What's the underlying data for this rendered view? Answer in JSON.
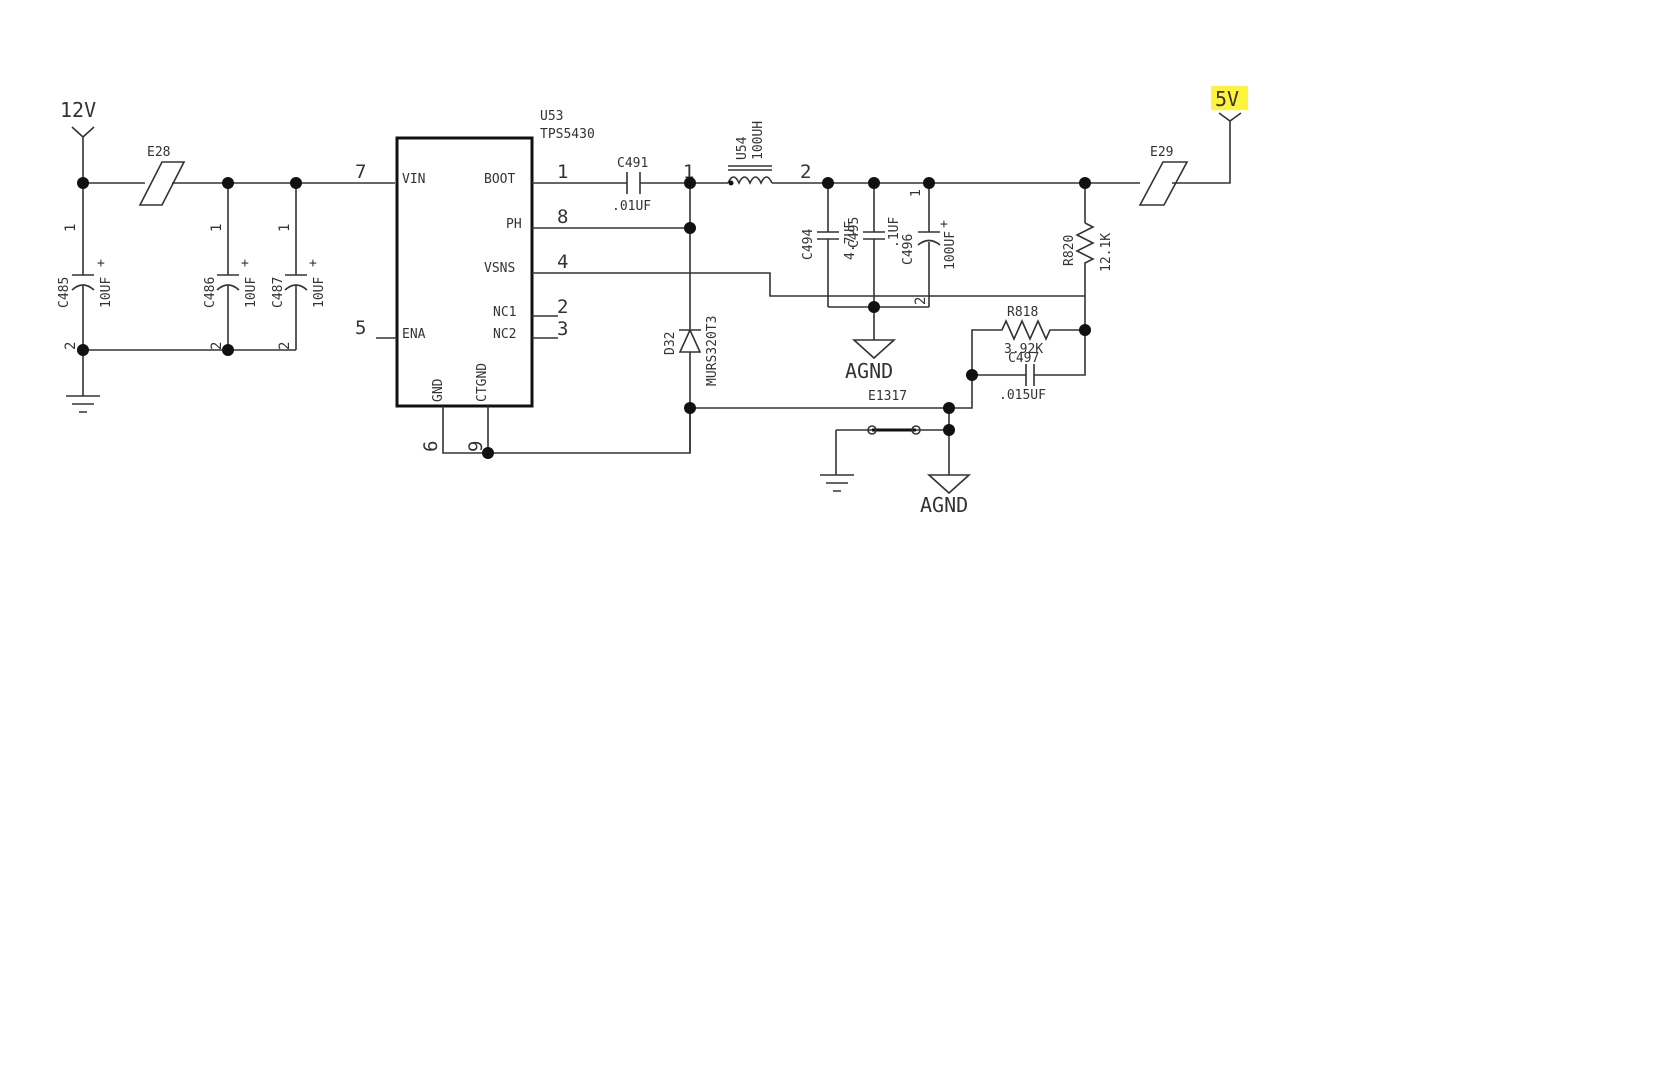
{
  "rails": {
    "v12": "12V",
    "v5": "5V",
    "v5_highlight": "#fff33b"
  },
  "ic": {
    "ref": "U53",
    "part": "TPS5430",
    "pins": {
      "vin": "VIN",
      "boot": "BOOT",
      "ph": "PH",
      "vsns": "VSNS",
      "ena": "ENA",
      "nc1": "NC1",
      "nc2": "NC2",
      "gnd": "GND",
      "ctgnd": "CTGND"
    },
    "pin_numbers": {
      "vin": "7",
      "boot": "1",
      "ph": "8",
      "vsns": "4",
      "ena": "5",
      "nc1": "2",
      "nc2": "3",
      "gnd": "6",
      "ctgnd": "9"
    }
  },
  "components": {
    "e28": "E28",
    "e29": "E29",
    "e1317": "E1317",
    "c485": {
      "ref": "C485",
      "value": "10UF",
      "p1": "1",
      "p2": "2"
    },
    "c486": {
      "ref": "C486",
      "value": "10UF",
      "p1": "1",
      "p2": "2"
    },
    "c487": {
      "ref": "C487",
      "value": "10UF",
      "p1": "1",
      "p2": "2"
    },
    "c491": {
      "ref": "C491",
      "value": ".01UF",
      "p1": "1"
    },
    "u54": {
      "ref": "U54",
      "value": "100UH",
      "p2": "2"
    },
    "c494": {
      "ref": "C494",
      "value": "4.7UF"
    },
    "c495": {
      "ref": "C495",
      "value": ".1UF"
    },
    "c496": {
      "ref": "C496",
      "value": "100UF",
      "p1": "1",
      "p2": "2"
    },
    "r820": {
      "ref": "R820",
      "value": "12.1K"
    },
    "r818": {
      "ref": "R818",
      "value": "3.92K"
    },
    "c497": {
      "ref": "C497",
      "value": ".015UF"
    },
    "d32": {
      "ref": "D32",
      "value": "MURS320T3"
    }
  },
  "grounds": {
    "agnd1": "AGND",
    "agnd2": "AGND"
  },
  "symbols": {
    "plus": "+"
  }
}
